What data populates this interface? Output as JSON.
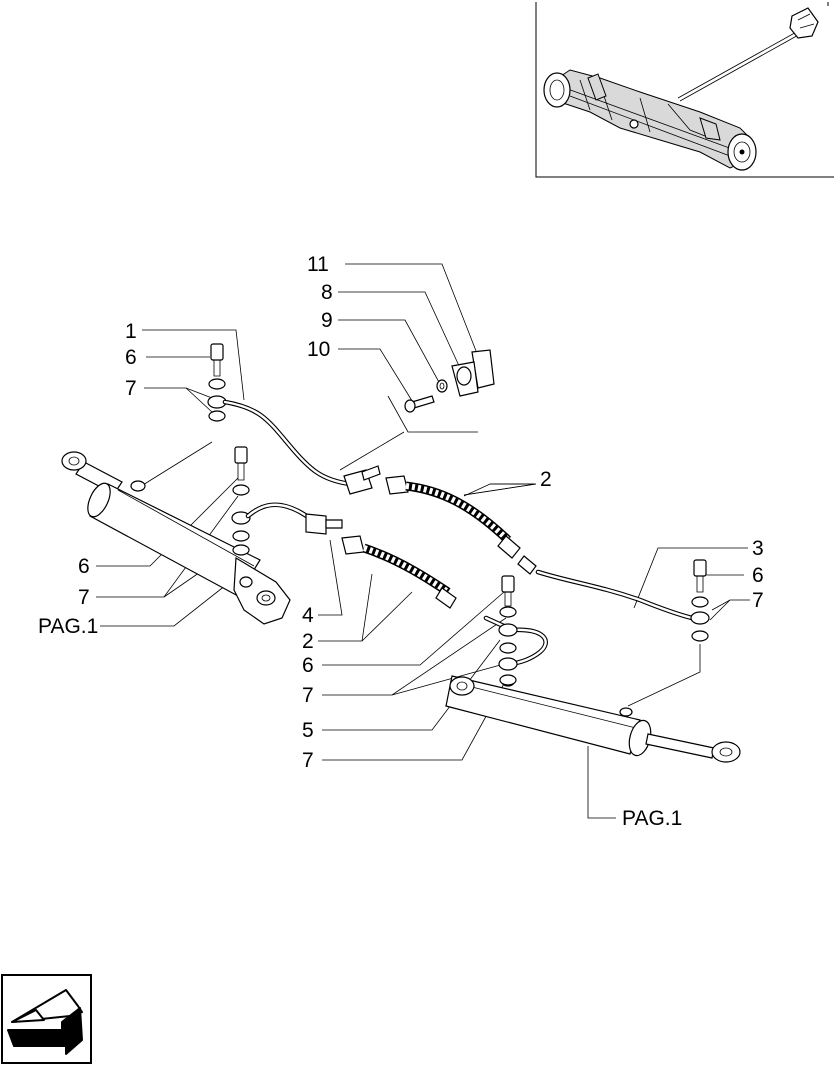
{
  "diagram": {
    "callouts": {
      "c11": "11",
      "c8": "8",
      "c9": "9",
      "c10": "10",
      "c1": "1",
      "c6a": "6",
      "c7a": "7",
      "c6b": "6",
      "c7b": "7",
      "pag1_left": "PAG.1",
      "c4": "4",
      "c2a": "2",
      "c2b": "2",
      "c3": "3",
      "c6c": "6",
      "c7c": "7",
      "c6d": "6",
      "c7d": "7",
      "c5": "5",
      "c7e": "7",
      "pag1_bottom": "PAG.1"
    }
  },
  "nav": {
    "back_arrow_icon": "back-arrow-icon"
  }
}
